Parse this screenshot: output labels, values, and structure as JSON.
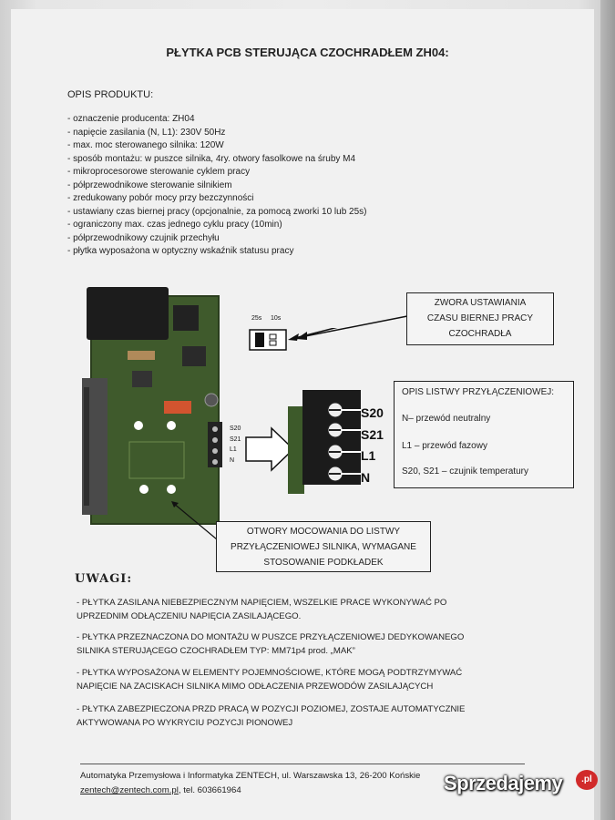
{
  "title": "PŁYTKA PCB STERUJĄCA CZOCHRADŁEM ZH04:",
  "section_title": "OPIS PRODUKTU:",
  "specs": [
    "- oznaczenie producenta: ZH04",
    "- napięcie zasilania (N, L1): 230V 50Hz",
    "- max. moc sterowanego silnika: 120W",
    "- sposób montażu: w puszce silnika, 4ry. otwory fasolkowe na śruby M4",
    "- mikroprocesorowe sterowanie cyklem pracy",
    "- półprzewodnikowe sterowanie silnikiem",
    "- zredukowany pobór mocy przy bezczynności",
    "- ustawiany czas biernej pracy (opcjonalnie, za pomocą zworki 10 lub 25s)",
    "- ograniczony max. czas jednego cyklu pracy (10min)",
    "- półprzewodnikowy czujnik przechyłu",
    "- płytka wyposażona w optyczny wskaźnik statusu pracy"
  ],
  "diagram": {
    "jumper_labels": [
      "25s",
      "10s"
    ],
    "jumper_box": [
      "ZWORA USTAWIANIA",
      "CZASU BIERNEJ PRACY",
      "CZOCHRADŁA"
    ],
    "small_terminals": [
      "S20",
      "S21",
      "L1",
      "N"
    ],
    "terminals": [
      "S20",
      "S21",
      "L1",
      "N"
    ],
    "connector_box": {
      "title": "OPIS LISTWY PRZYŁĄCZENIOWEJ:",
      "rows": [
        "N– przewód neutralny",
        "L1 – przewód fazowy",
        "S20, S21 – czujnik temperatury"
      ]
    },
    "mount_box": [
      "OTWORY MOCOWANIA DO LISTWY",
      "PRZYŁĄCZENIOWEJ SILNIKA, WYMAGANE",
      "STOSOWANIE PODKŁADEK"
    ]
  },
  "uwagi_title": "UWAGI:",
  "notes": [
    [
      "- PŁYTKA ZASILANA NIEBEZPIECZNYM NAPIĘCIEM, WSZELKIE PRACE WYKONYWAĆ PO",
      "UPRZEDNIM ODŁĄCZENIU NAPIĘCIA ZASILAJĄCEGO."
    ],
    [
      "- PŁYTKA PRZEZNACZONA DO MONTAŻU W PUSZCE PRZYŁĄCZENIOWEJ DEDYKOWANEGO",
      "SILNIKA STERUJĄCEGO CZOCHRADŁEM TYP: MM71p4 prod. „MAK”"
    ],
    [
      "- PŁYTKA WYPOSAŻONA W ELEMENTY POJEMNOŚCIOWE, KTÓRE MOGĄ PODTRZYMYWAĆ",
      "NAPIĘCIE NA ZACISKACH SILNIKA MIMO ODŁACZENIA PRZEWODÓW ZASILAJĄCYCH"
    ],
    [
      "- PŁYTKA ZABEZPIECZONA PRZD PRACĄ W POZYCJI POZIOMEJ, ZOSTAJE AUTOMATYCZNIE",
      "AKTYWOWANA PO WYKRYCIU POZYCJI PIONOWEJ"
    ]
  ],
  "footer": {
    "line1": "Automatyka Przemysłowa i Informatyka ZENTECH, ul. Warszawska 13, 26-200 Końskie",
    "email": "zentech@zentech.com.pl",
    "phone": ", tel. 603661964"
  },
  "watermark": {
    "text": "Sprzedajemy",
    "badge": ".pl"
  }
}
